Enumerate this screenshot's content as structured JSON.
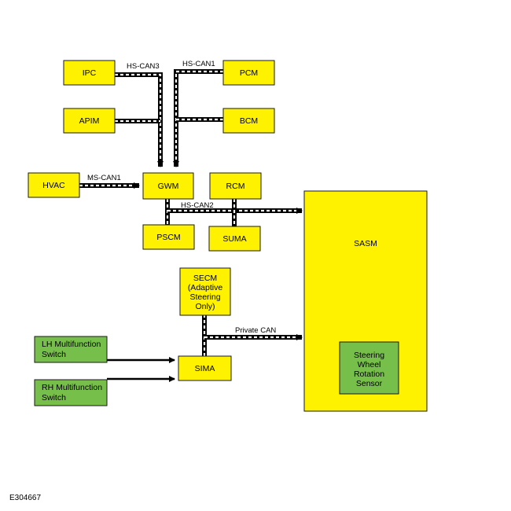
{
  "modules": {
    "ipc": "IPC",
    "pcm": "PCM",
    "apim": "APIM",
    "bcm": "BCM",
    "hvac": "HVAC",
    "gwm": "GWM",
    "rcm": "RCM",
    "pscm": "PSCM",
    "suma": "SUMA",
    "sasm": "SASM",
    "secm": [
      "SECM",
      "(Adaptive",
      "Steering",
      "Only)"
    ],
    "sima": "SIMA",
    "lh_switch": [
      "LH Multifunction",
      "Switch"
    ],
    "rh_switch": [
      "RH Multifunction",
      "Switch"
    ],
    "sensor": [
      "Steering",
      "Wheel",
      "Rotation",
      "Sensor"
    ]
  },
  "buses": {
    "hs_can3": "HS-CAN3",
    "hs_can1": "HS-CAN1",
    "ms_can1": "MS-CAN1",
    "hs_can2": "HS-CAN2",
    "private_can": "Private CAN"
  },
  "figure_id": "E304667",
  "colors": {
    "module_fill": "#fff200",
    "switch_fill": "#77bf4b",
    "outline": "#1a1a1a",
    "bus": "#000000"
  }
}
